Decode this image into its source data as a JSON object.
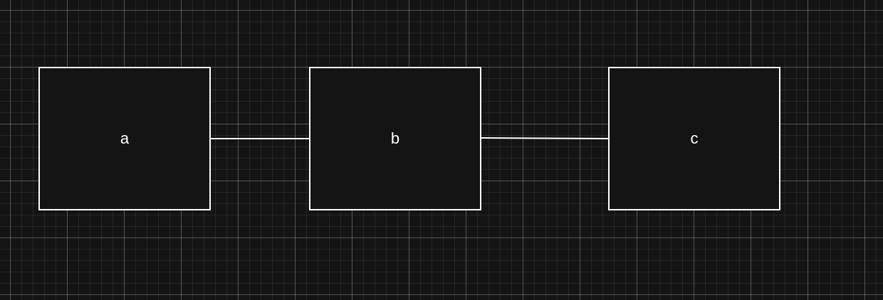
{
  "diagram": {
    "nodes": [
      {
        "id": "a",
        "label": "a"
      },
      {
        "id": "b",
        "label": "b"
      },
      {
        "id": "c",
        "label": "c"
      }
    ],
    "edges": [
      {
        "from": "a",
        "to": "b"
      },
      {
        "from": "b",
        "to": "c"
      }
    ]
  },
  "colors": {
    "background": "#141414",
    "node_border": "#ffffff",
    "edge": "#ffffff",
    "label": "#ffffff"
  }
}
